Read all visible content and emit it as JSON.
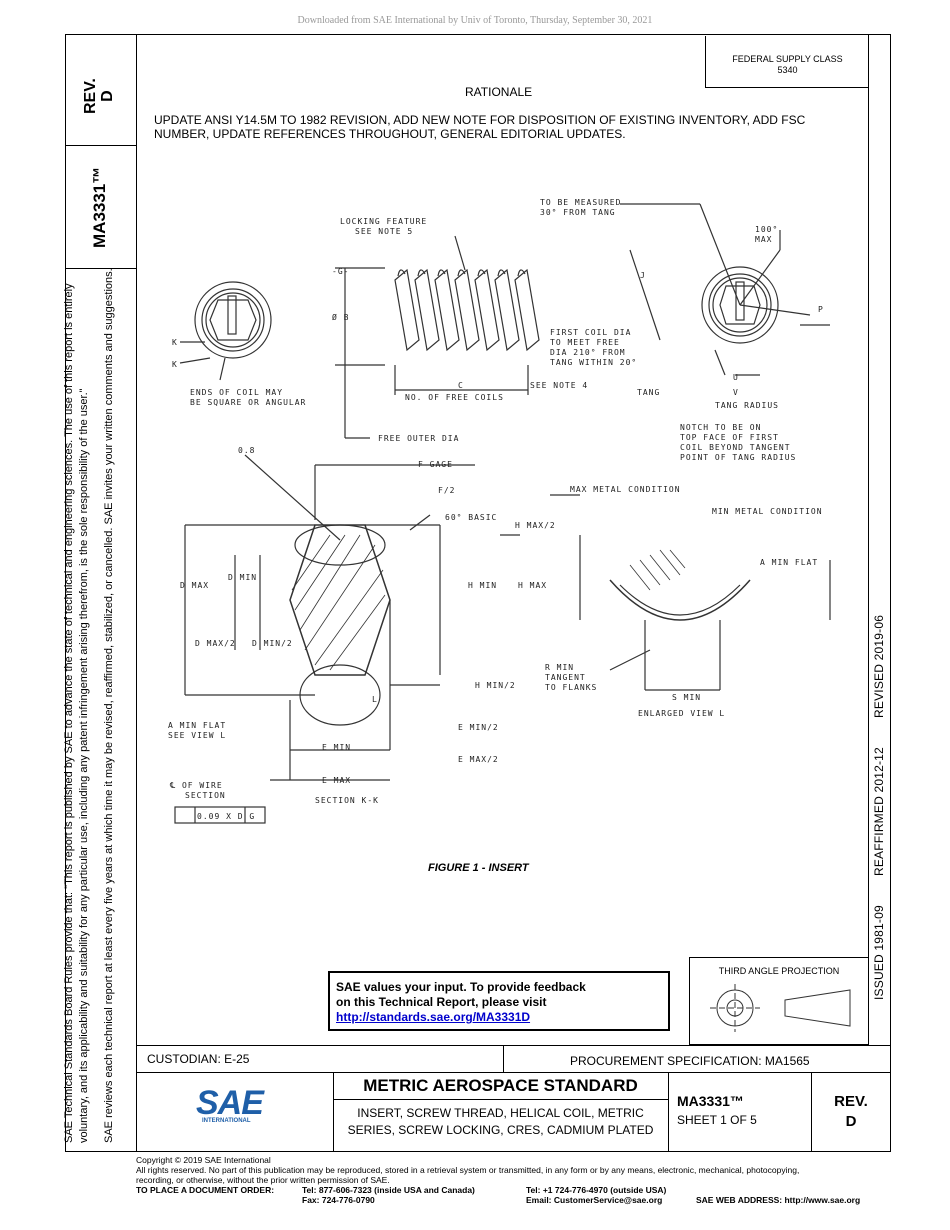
{
  "download_note": "Downloaded from SAE International by Univ of Toronto, Thursday, September 30, 2021",
  "left_strip": {
    "rev_label": "REV.",
    "rev_value": "D",
    "doc_number": "MA3331™"
  },
  "side_notes": {
    "rules": "SAE Technical Standards Board Rules provide that: \"This report is published by SAE to advance the state of technical and engineering sciences. The use of this report is entirely",
    "rules_2": "voluntary, and its applicability and suitability for any particular use, including any patent infringement arising therefrom, is the sole responsibility of the user.\"",
    "review": "SAE reviews each technical report at least every five years at which time it may be revised, reaffirmed, stabilized, or cancelled. SAE invites your written comments and suggestions."
  },
  "federal_supply_class": {
    "label": "FEDERAL SUPPLY CLASS",
    "value": "5340"
  },
  "history": {
    "issued": "ISSUED 1981-09",
    "reaffirmed": "REAFFIRMED 2012-12",
    "revised": "REVISED 2019-06"
  },
  "rationale": {
    "title": "RATIONALE",
    "text": "UPDATE ANSI Y14.5M TO 1982 REVISION, ADD NEW NOTE FOR DISPOSITION OF EXISTING INVENTORY, ADD FSC NUMBER, UPDATE REFERENCES THROUGHOUT, GENERAL EDITORIAL UPDATES."
  },
  "drawing_labels": {
    "locking_feature": "LOCKING FEATURE",
    "see_note_5": "SEE NOTE 5",
    "g_datum": "-G-",
    "dia_b": "Ø B",
    "k": "K",
    "ends_of_coil_1": "ENDS OF COIL MAY",
    "ends_of_coil_2": "BE SQUARE OR ANGULAR",
    "c": "C",
    "see_note_4": "SEE NOTE 4",
    "no_free_coils": "NO. OF FREE COILS",
    "free_outer_dia": "FREE OUTER DIA",
    "to_be_measured_1": "TO BE MEASURED",
    "to_be_measured_2": "30° FROM TANG",
    "max_100": "100°",
    "max": "MAX",
    "j": "J",
    "p": "P",
    "first_coil_1": "FIRST COIL DIA",
    "first_coil_2": "TO MEET FREE",
    "first_coil_3": "DIA 210° FROM",
    "first_coil_4": "TANG WITHIN 20°",
    "u": "U",
    "tang": "TANG",
    "v": "V",
    "tang_radius": "TANG RADIUS",
    "notch_1": "NOTCH TO BE ON",
    "notch_2": "TOP FACE OF FIRST",
    "notch_3": "COIL BEYOND TANGENT",
    "notch_4": "POINT OF TANG RADIUS",
    "v08": "0.8",
    "f_gage": "F GAGE",
    "f_half": "F/2",
    "basic_60": "60° BASIC",
    "h_max_2": "H MAX/2",
    "d_max": "D MAX",
    "d_min": "D MIN",
    "h_min": "H MIN",
    "h_max": "H MAX",
    "d_max_2": "D MAX/2",
    "d_min_2": "D MIN/2",
    "h_min_2": "H MIN/2",
    "a_min_flat_1": "A MIN FLAT",
    "a_min_flat_2": "SEE VIEW L",
    "l": "L",
    "e_min": "E MIN",
    "e_min_2": "E MIN/2",
    "e_max": "E MAX",
    "e_max_2": "E MAX/2",
    "wire_section_1": "℄ OF WIRE",
    "wire_section_2": "SECTION",
    "section_kk": "SECTION K-K",
    "tolerance": "0.09 X D G",
    "max_metal": "MAX METAL CONDITION",
    "min_metal": "MIN METAL CONDITION",
    "a_min_flat_v": "A MIN FLAT",
    "r_min_1": "R MIN",
    "r_min_2": "TANGENT",
    "r_min_3": "TO FLANKS",
    "s_min": "S MIN",
    "enlarged_view": "ENLARGED VIEW L"
  },
  "figure_caption": "FIGURE 1 - INSERT",
  "feedback": {
    "line1": "SAE values your input. To provide feedback",
    "line2": "on this Technical Report, please visit",
    "link": "http://standards.sae.org/MA3331D"
  },
  "third_angle": "THIRD ANGLE PROJECTION",
  "title_block": {
    "custodian": "CUSTODIAN: E-25",
    "procurement": "PROCUREMENT SPECIFICATION: MA1565",
    "logo_text": "SAE",
    "logo_sub": "INTERNATIONAL",
    "main_title": "METRIC AEROSPACE STANDARD",
    "subtitle_1": "INSERT, SCREW THREAD, HELICAL COIL, METRIC",
    "subtitle_2": "SERIES, SCREW LOCKING, CRES, CADMIUM PLATED",
    "doc_number": "MA3331™",
    "sheet": "SHEET 1 OF 5",
    "rev_label": "REV.",
    "rev_value": "D"
  },
  "footer": {
    "copyright": "Copyright © 2019 SAE International",
    "rights": "All rights reserved. No part of this publication may be reproduced, stored in a retrieval system or transmitted, in any form or by any means, electronic, mechanical, photocopying,",
    "rights_2": "recording, or otherwise, without the prior written permission of SAE.",
    "order_label": "TO PLACE A DOCUMENT ORDER:",
    "tel_usa": "Tel: 877-606-7323 (inside USA and Canada)",
    "fax": "Fax: 724-776-0790",
    "tel_outside": "Tel: +1 724-776-4970 (outside USA)",
    "email": "Email: CustomerService@sae.org",
    "web": "SAE WEB ADDRESS: http://www.sae.org"
  }
}
